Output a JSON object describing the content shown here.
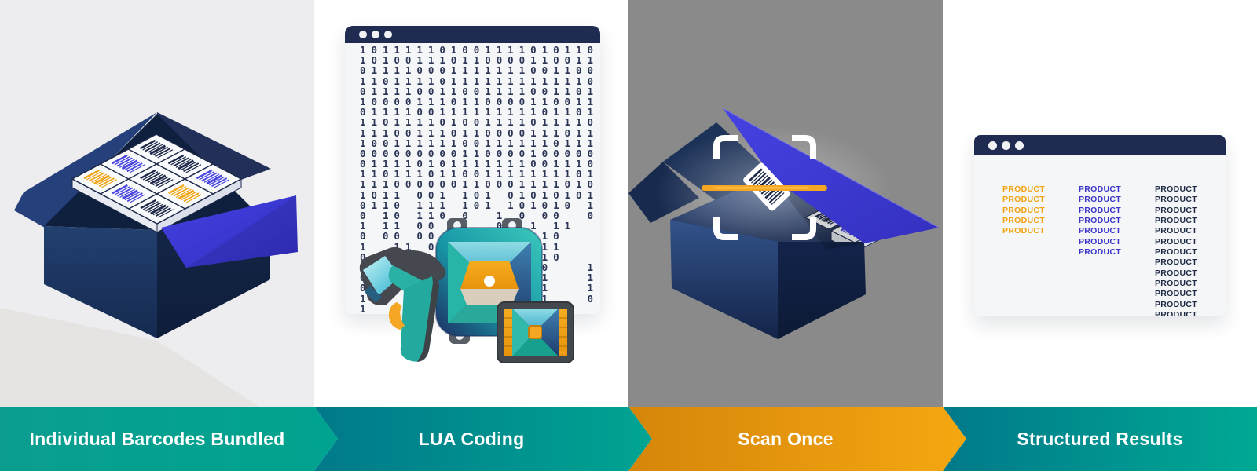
{
  "palette": {
    "teal_dark": "#00798A",
    "teal": "#00A492",
    "orange": "#F2A30E",
    "orange_deep": "#D5860A",
    "navy": "#1F2A4A",
    "navy_dark": "#16294E",
    "indigo_flap": "#3D3AD6",
    "titlebar_navy": "#1F2B50",
    "window_body": "#F5F6F8",
    "panel_light_gray": "#EDEDEF",
    "panel_gray": "#8A8A8A",
    "binary_text": "#2B3555",
    "scanline_orange": "#F5A623",
    "frame_white": "#FFFFFF"
  },
  "barcode_colors": {
    "navy": "#1F2A4A",
    "indigo": "#4745DE",
    "orange": "#F2A71B"
  },
  "steps": [
    {
      "label": "Individual Barcodes Bundled",
      "gradient": [
        "#0B9E90",
        "#00A38F"
      ]
    },
    {
      "label": "LUA Coding",
      "gradient": [
        "#00798A",
        "#00A492"
      ]
    },
    {
      "label": "Scan Once",
      "gradient": [
        "#D5860A",
        "#F5A711"
      ]
    },
    {
      "label": "Structured Results",
      "gradient": [
        "#00798A",
        "#00A994"
      ]
    }
  ],
  "lua_window": {
    "window_dots": 3,
    "binary_rows": [
      "101111101001111010110",
      "101001110110000110011",
      "011110001111111001100",
      "110111101111111111110",
      "011110011001111001101",
      "100001110110000110011",
      "011110011111111101101",
      "110111101001111011110",
      "111001110110000111011",
      "100111111001111110111",
      "000000000110000100000",
      "011110101111111001110",
      "110111011001111111101",
      "111000000110001111010",
      "1011 001 101 01010101",
      "0110 111 101 101010 1",
      "0 10 110 0  1 0 00  0",
      "1 11 00  1  0  1 11  ",
      "0 00 00 0   1   10   ",
      "1  11 00 1      11   ",
      "0  0 0  0       10   ",
      "1  1  0         0   1",
      "0     1         1   1",
      "0               1   1",
      "1               1   0",
      "1               11   "
    ]
  },
  "results_window": {
    "window_dots": 3,
    "cell_text": "PRODUCT",
    "columns": [
      {
        "name": "scanned-orange",
        "color": "#F2A30E",
        "count": 5
      },
      {
        "name": "decoded-indigo",
        "color": "#3B35C9",
        "count": 7
      },
      {
        "name": "listed-navy",
        "color": "#1F2A44",
        "count": 13
      }
    ]
  },
  "bundle_box": {
    "barcode_grid": [
      [
        "navy",
        "navy",
        "indigo"
      ],
      [
        "indigo",
        "navy",
        "orange"
      ],
      [
        "orange",
        "indigo",
        "navy"
      ]
    ]
  },
  "scan_box": {
    "package_barcodes": [
      "navy",
      "indigo",
      "navy",
      "navy",
      "indigo"
    ],
    "glint_color": "#F5A623",
    "scanline_color": "#F5A623",
    "frame_color": "#FFFFFF"
  }
}
